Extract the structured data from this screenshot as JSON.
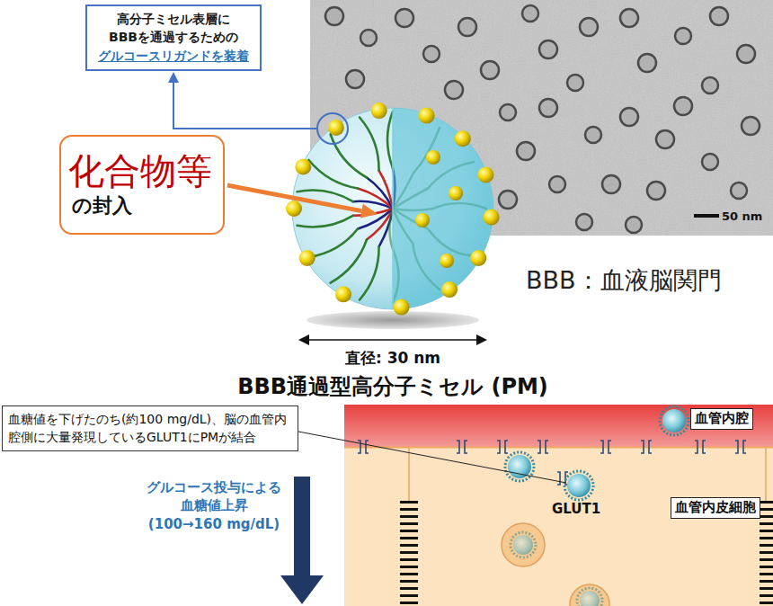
{
  "diagram": {
    "nodes": [
      {
        "text": [
          "高分子ミセル表層に BBBを通過するための",
          "グルコースリガンドを装着"
        ]
      },
      {
        "text": [
          "化合物等",
          "の封入"
        ]
      },
      {
        "text": [
          "血糖値を下げたのち(約100 mg/dL)、脳の血管内腔側に大量発現しているGLUT1にPMが結合"
        ]
      },
      {
        "text": [
          "血管内腔"
        ]
      },
      {
        "text": [
          "血管内皮細胞"
        ]
      }
    ],
    "labels": [
      "50 nm",
      "BBB：血液脳関門",
      "直径: 30 nm",
      "BBB通過型高分子ミセル (PM)",
      "グルコース投与による 血糖値上昇 (100→160 mg/dL)",
      "GLUT1"
    ]
  }
}
